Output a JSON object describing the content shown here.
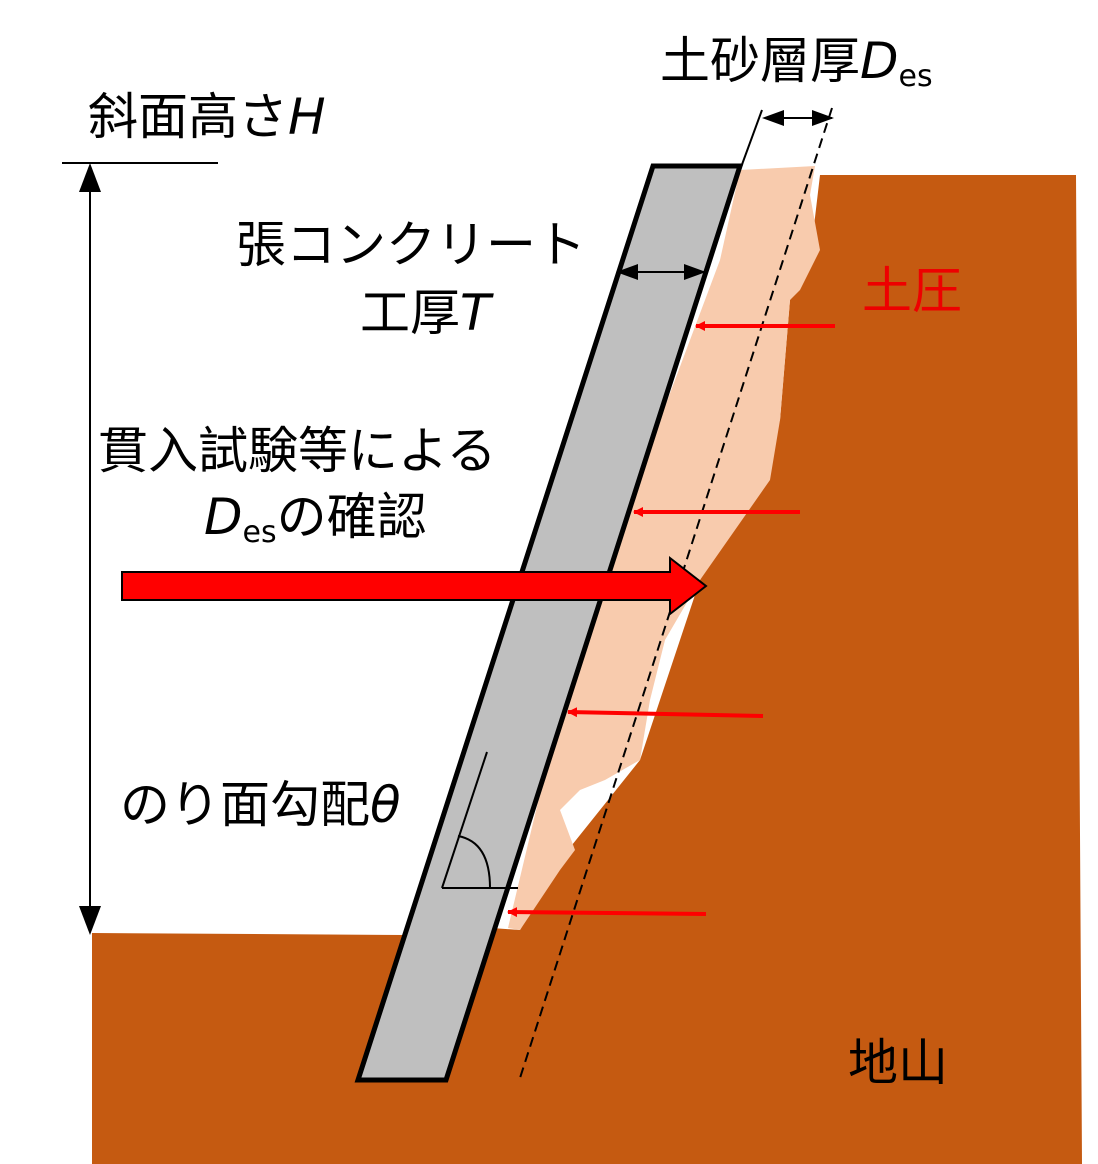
{
  "labels": {
    "soil_thickness": "土砂層厚",
    "soil_thickness_symbol": "D",
    "soil_thickness_sub": "es",
    "slope_height": "斜面高さ",
    "slope_height_symbol": "H",
    "concrete_line1": "張コンクリート",
    "concrete_line2": "工厚",
    "concrete_symbol": "T",
    "earth_pressure": "土圧",
    "penetration_line1": "貫入試験等による",
    "penetration_symbol": "D",
    "penetration_sub": "es",
    "penetration_line2_suffix": "の確認",
    "slope_gradient": "のり面勾配",
    "slope_gradient_symbol": "θ",
    "natural_ground": "地山"
  },
  "colors": {
    "ground": "#c55a11",
    "soil_layer": "#f8cbad",
    "concrete": "#bfbfbf",
    "outline": "#000000",
    "arrow_red": "#ff0000",
    "text_red": "#ee0000"
  }
}
